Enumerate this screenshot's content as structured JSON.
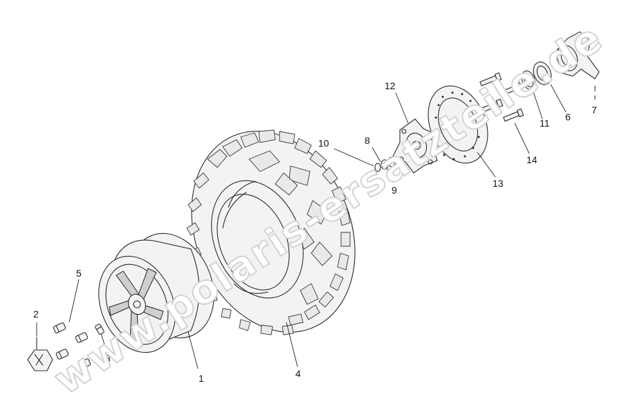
{
  "watermark": "www.polaris-ersatzteile.de",
  "callouts": [
    {
      "id": "1",
      "label": "1"
    },
    {
      "id": "2",
      "label": "2"
    },
    {
      "id": "3",
      "label": "3"
    },
    {
      "id": "4",
      "label": "4"
    },
    {
      "id": "5",
      "label": "5"
    },
    {
      "id": "6",
      "label": "6"
    },
    {
      "id": "7",
      "label": "7"
    },
    {
      "id": "8",
      "label": "8"
    },
    {
      "id": "9",
      "label": "9"
    },
    {
      "id": "10",
      "label": "10"
    },
    {
      "id": "11",
      "label": "11"
    },
    {
      "id": "12",
      "label": "12"
    },
    {
      "id": "13",
      "label": "13"
    },
    {
      "id": "14",
      "label": "14"
    }
  ]
}
